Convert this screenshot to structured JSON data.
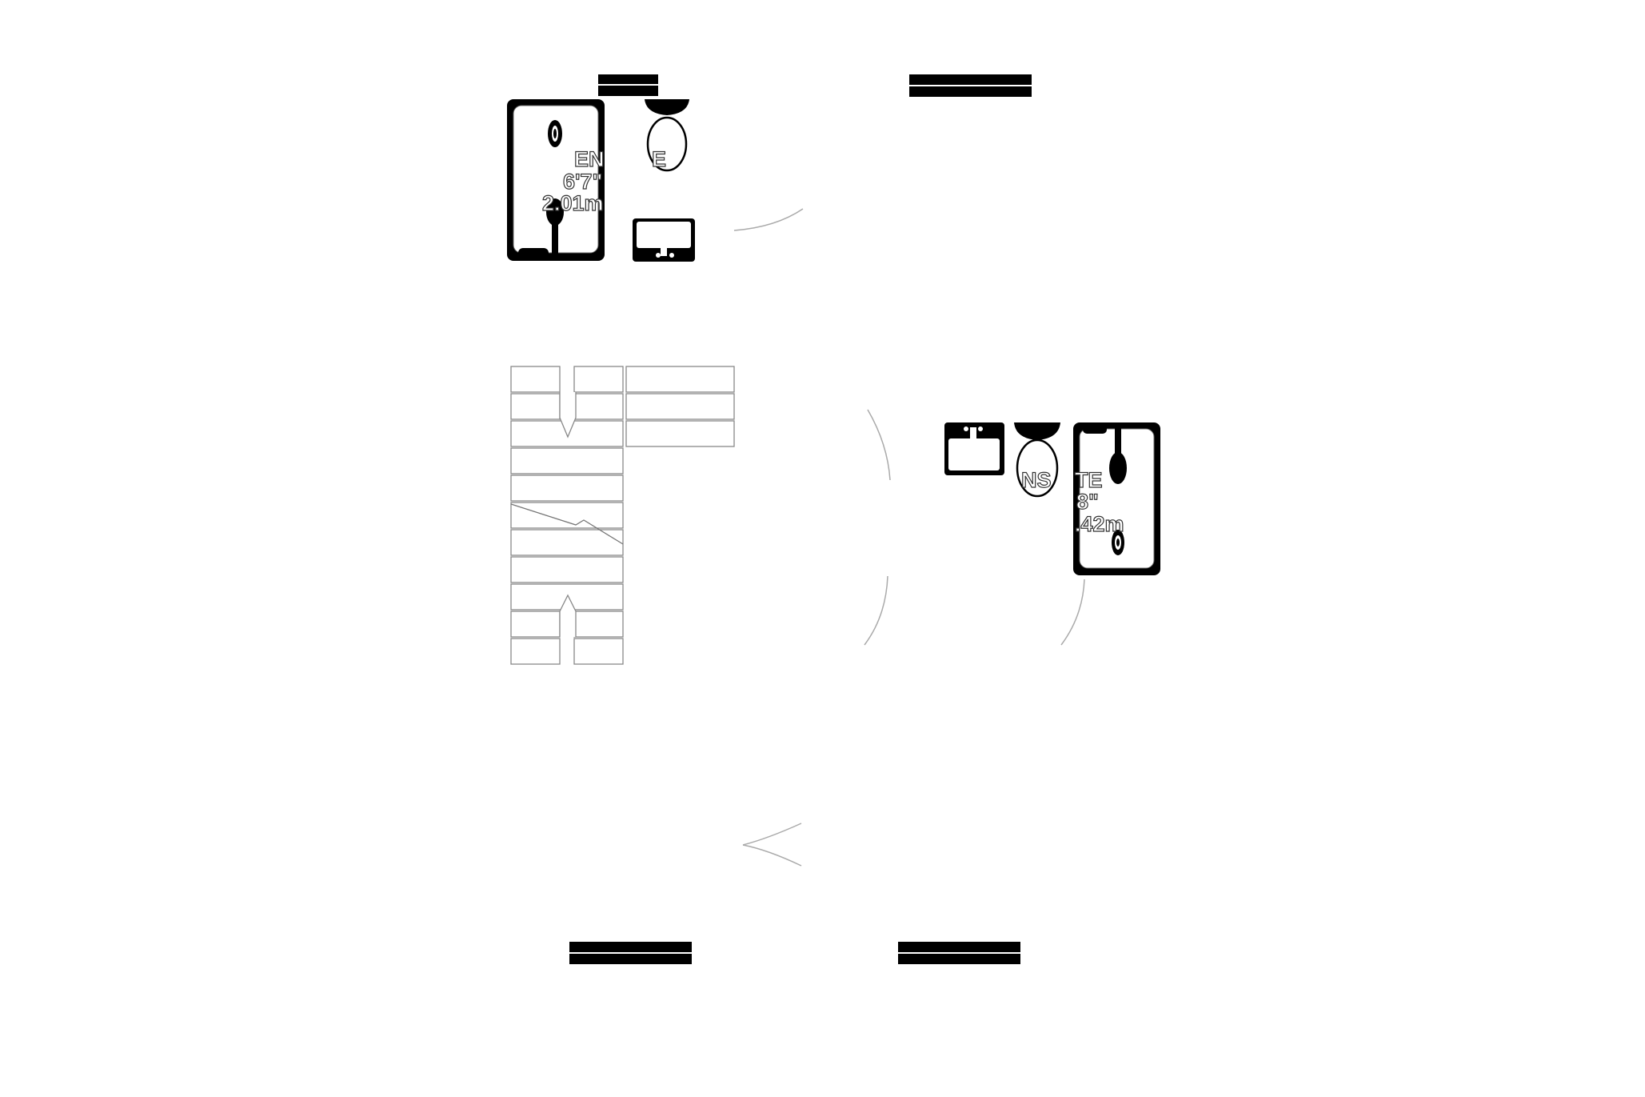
{
  "plan": {
    "ensuite_1": {
      "name_fragments": [
        "EN",
        "E"
      ],
      "imperial": "6'7\"",
      "metric": "2.01m"
    },
    "ensuite_2": {
      "name_fragments": [
        "NS",
        "TE"
      ],
      "imperial": "8\"",
      "metric": ".42m"
    }
  },
  "colors": {
    "wall": "#000000",
    "line": "#888888",
    "door_arc": "#aaaaaa",
    "background": "#ffffff"
  }
}
